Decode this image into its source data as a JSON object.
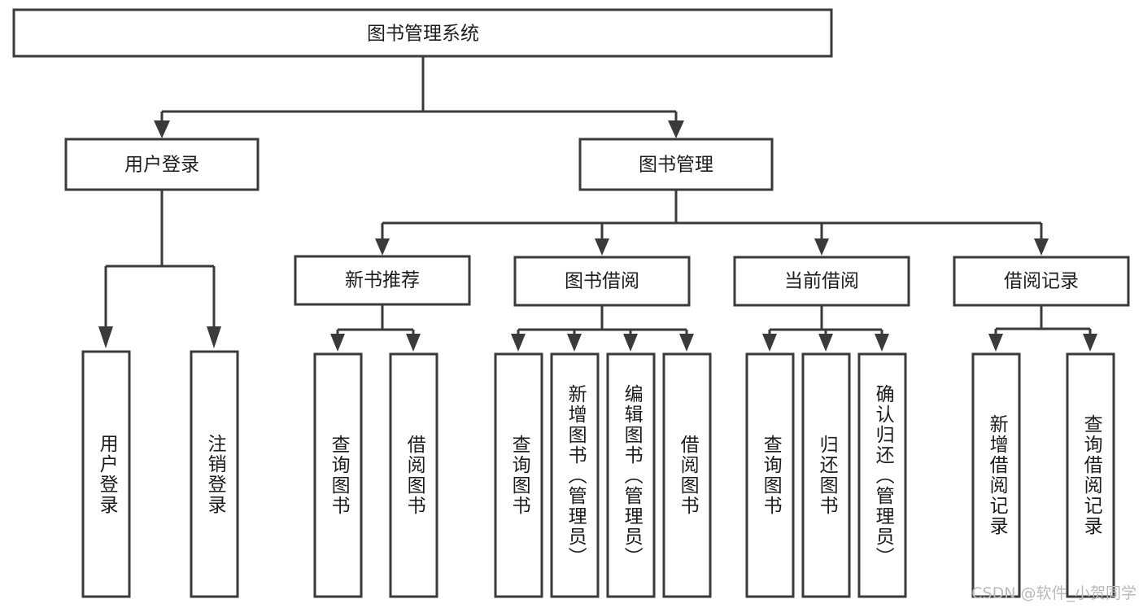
{
  "diagram": {
    "type": "tree",
    "title": "图书管理系统",
    "watermark": "CSDN @软件_小贺同学",
    "colors": {
      "stroke": "#3a3a3a",
      "fill": "#ffffff",
      "text": "#1c1c1c",
      "watermark": "#b9b9b9",
      "background": "#ffffff"
    },
    "root": {
      "label": "图书管理系统"
    },
    "level2": [
      {
        "label": "用户登录"
      },
      {
        "label": "图书管理"
      }
    ],
    "level3": [
      {
        "label": "新书推荐"
      },
      {
        "label": "图书借阅"
      },
      {
        "label": "当前借阅"
      },
      {
        "label": "借阅记录"
      }
    ],
    "leaves": {
      "user_login": [
        {
          "label": "用户登录"
        },
        {
          "label": "注销登录"
        }
      ],
      "new_book_recommend": [
        {
          "label": "查询图书"
        },
        {
          "label": "借阅图书"
        }
      ],
      "book_borrow": [
        {
          "label": "查询图书"
        },
        {
          "label": "新增图书（管理员）"
        },
        {
          "label": "编辑图书（管理员）"
        },
        {
          "label": "借阅图书"
        }
      ],
      "current_borrow": [
        {
          "label": "查询图书"
        },
        {
          "label": "归还图书"
        },
        {
          "label": "确认归还（管理员）"
        }
      ],
      "borrow_record": [
        {
          "label": "新增借阅记录"
        },
        {
          "label": "查询借阅记录"
        }
      ]
    }
  }
}
